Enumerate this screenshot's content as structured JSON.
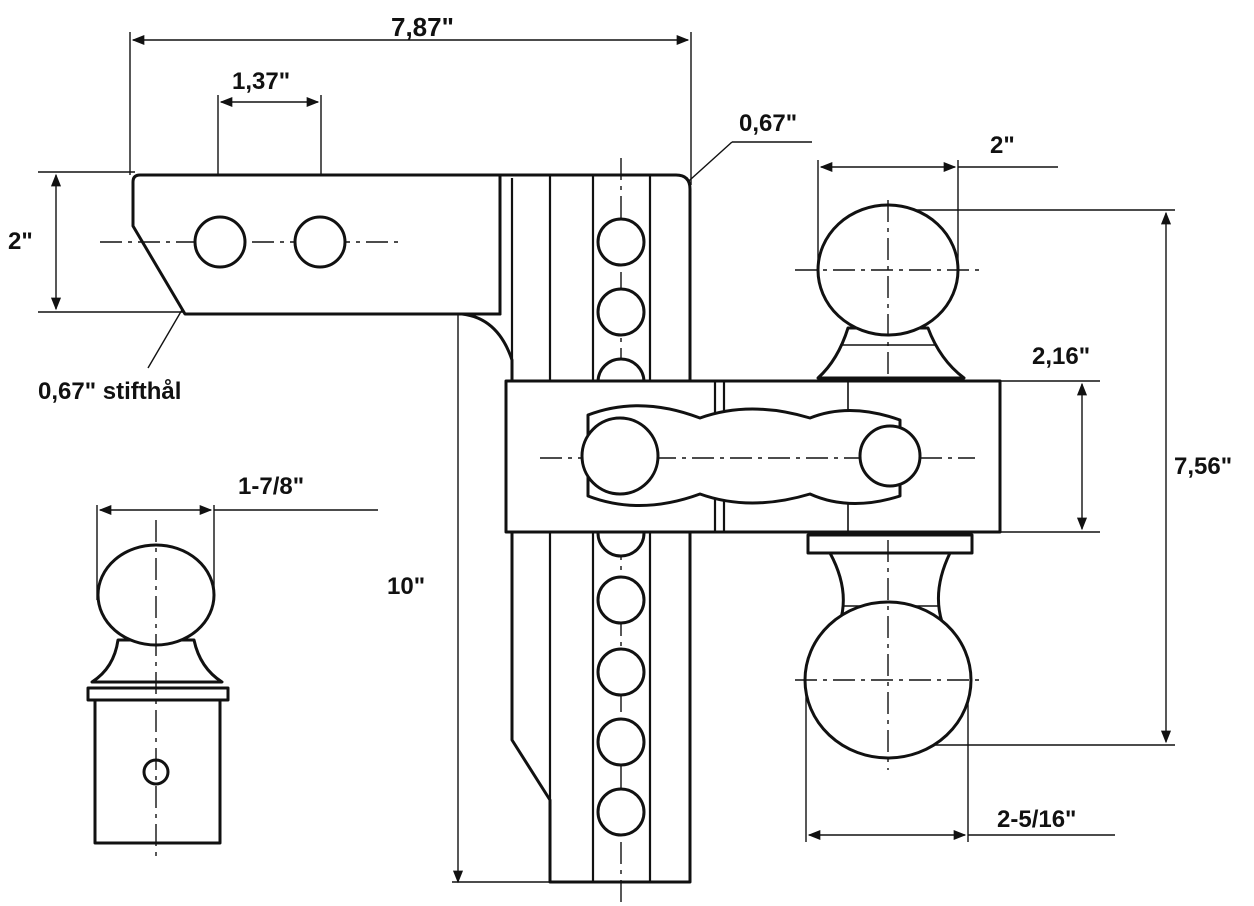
{
  "dimensions": {
    "overall_width": "7,87\"",
    "hole_spacing": "1,37\"",
    "hole_diameter": "0,67\"",
    "ball_diameter_top": "2\"",
    "shank_height": "2\"",
    "pin_hole": "0,67\"  stifthål",
    "ball_head_height": "2,16\"",
    "ball_extra": "1-7/8\"",
    "ball_span": "7,56\"",
    "overall_height": "10\"",
    "ball_diameter_bottom": "2-5/16\""
  },
  "colors": {
    "line": "#111111",
    "background": "#ffffff"
  }
}
